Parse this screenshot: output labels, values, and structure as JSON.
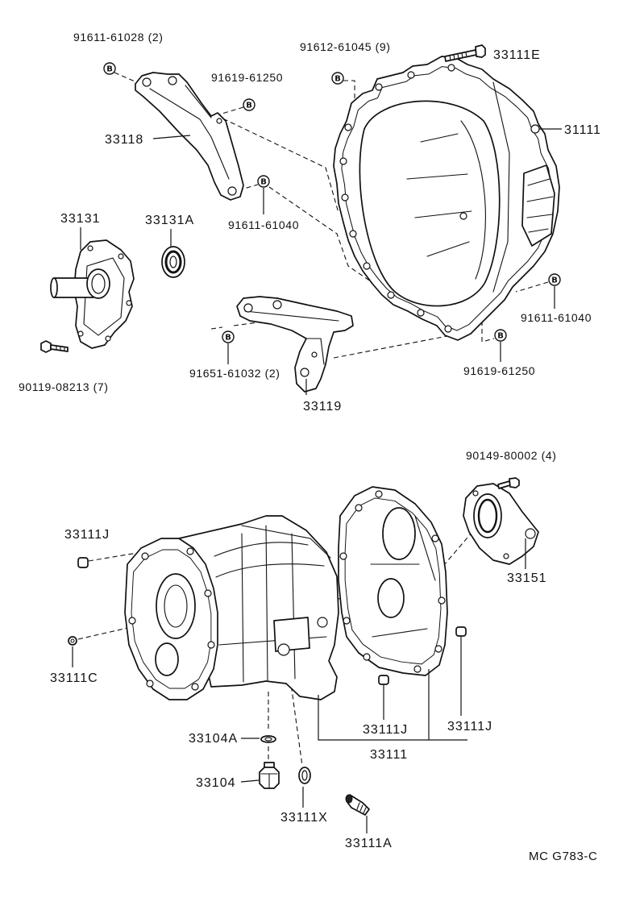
{
  "bolt_marker": "B",
  "diagram_code": "MC G783-C",
  "callouts": {
    "upper": {
      "bolt_a": "91611-61028 (2)",
      "bolt_b": "91619-61250",
      "bolt_c": "91612-61045 (9)",
      "bolt_d": "33111E",
      "housing": "31111",
      "bracket_front": "33118",
      "bolt_e": "91611-61040",
      "retainer": "33131",
      "oil_seal": "33131A",
      "bolt_f": "91611-61040",
      "bolt_g": "91651-61032 (2)",
      "bolt_h": "91619-61250",
      "bracket_rear": "33119",
      "bolt_i": "90119-08213 (7)"
    },
    "lower": {
      "bolt_j": "90149-80002 (4)",
      "pin_a": "33111J",
      "extension": "33151",
      "pin_b": "33111C",
      "pin_c": "33111J",
      "pin_d": "33111J",
      "gasket_a": "33104A",
      "case": "33111",
      "plug": "33104",
      "gasket_b": "33111X",
      "switch": "33111A"
    }
  }
}
